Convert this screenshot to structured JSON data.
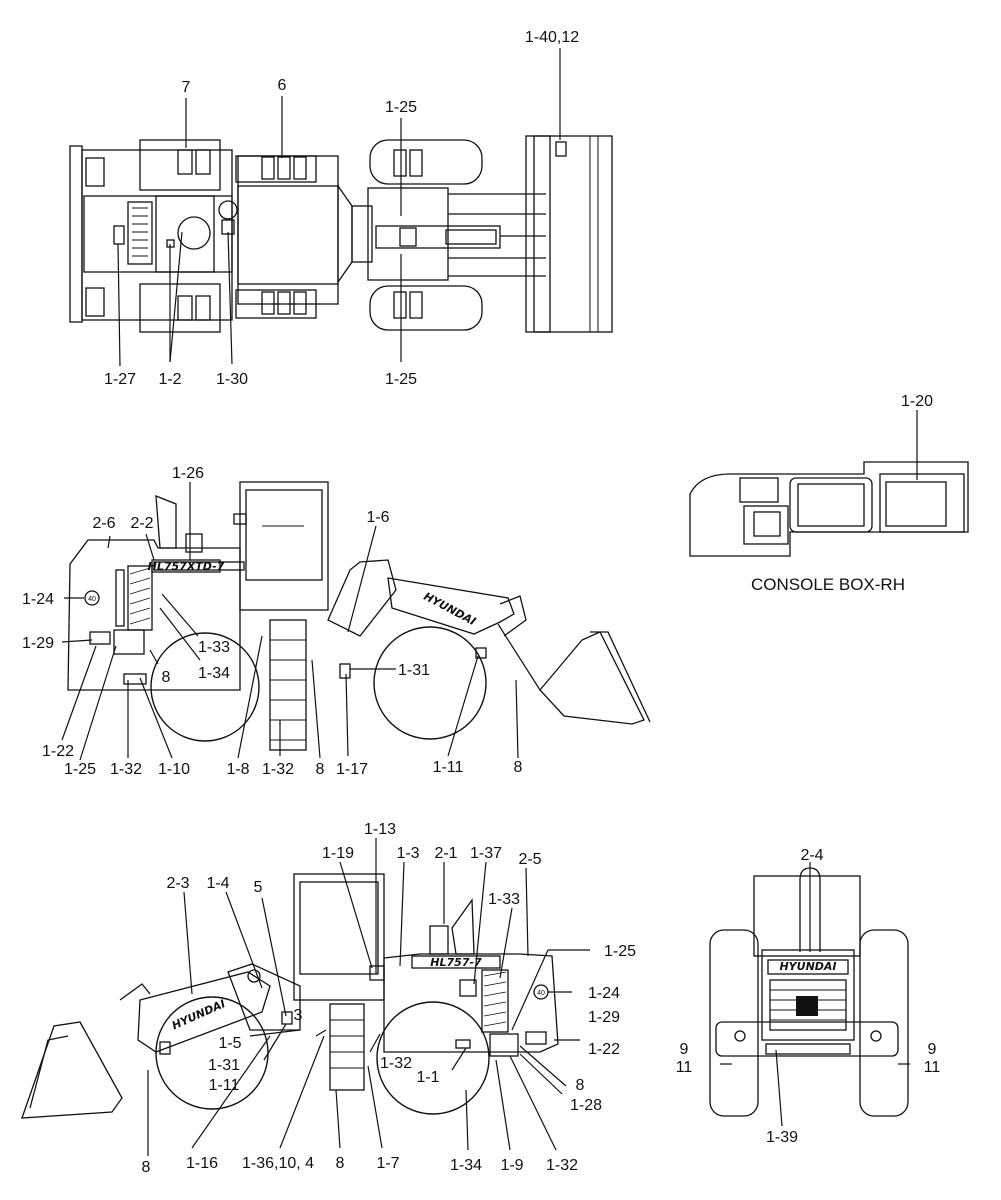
{
  "console_caption": "CONSOLE BOX-RH",
  "brand_logo_text": "HYUNDAI",
  "model_badge_side": "HL757XTD-7",
  "model_badge_side2": "HL757-7",
  "top_view_labels": [
    "7",
    "6",
    "1-25",
    "1-40,12",
    "1-27",
    "1-2",
    "1-30",
    "1-25"
  ],
  "console_labels": [
    "1-20"
  ],
  "lh_view_labels": [
    "1-26",
    "2-6",
    "2-2",
    "1-6",
    "1-24",
    "1-29",
    "1-33",
    "1-34",
    "8",
    "1-31",
    "1-22",
    "1-25",
    "1-32",
    "1-10",
    "1-8",
    "1-32",
    "8",
    "1-17",
    "1-11",
    "8"
  ],
  "rh_view_labels": [
    "1-13",
    "1-19",
    "1-3",
    "2-1",
    "1-37",
    "2-5",
    "2-3",
    "1-4",
    "5",
    "1-33",
    "1-25",
    "1-24",
    "3",
    "1-29",
    "1-5",
    "1-22",
    "1-31",
    "1-32",
    "1-11",
    "1-1",
    "8",
    "1-28",
    "8",
    "1-16",
    "1-36,10, 4",
    "8",
    "1-7",
    "1-34",
    "1-9",
    "1-32"
  ],
  "rear_view_labels": [
    "2-4",
    "9",
    "9",
    "11",
    "11",
    "1-39"
  ]
}
